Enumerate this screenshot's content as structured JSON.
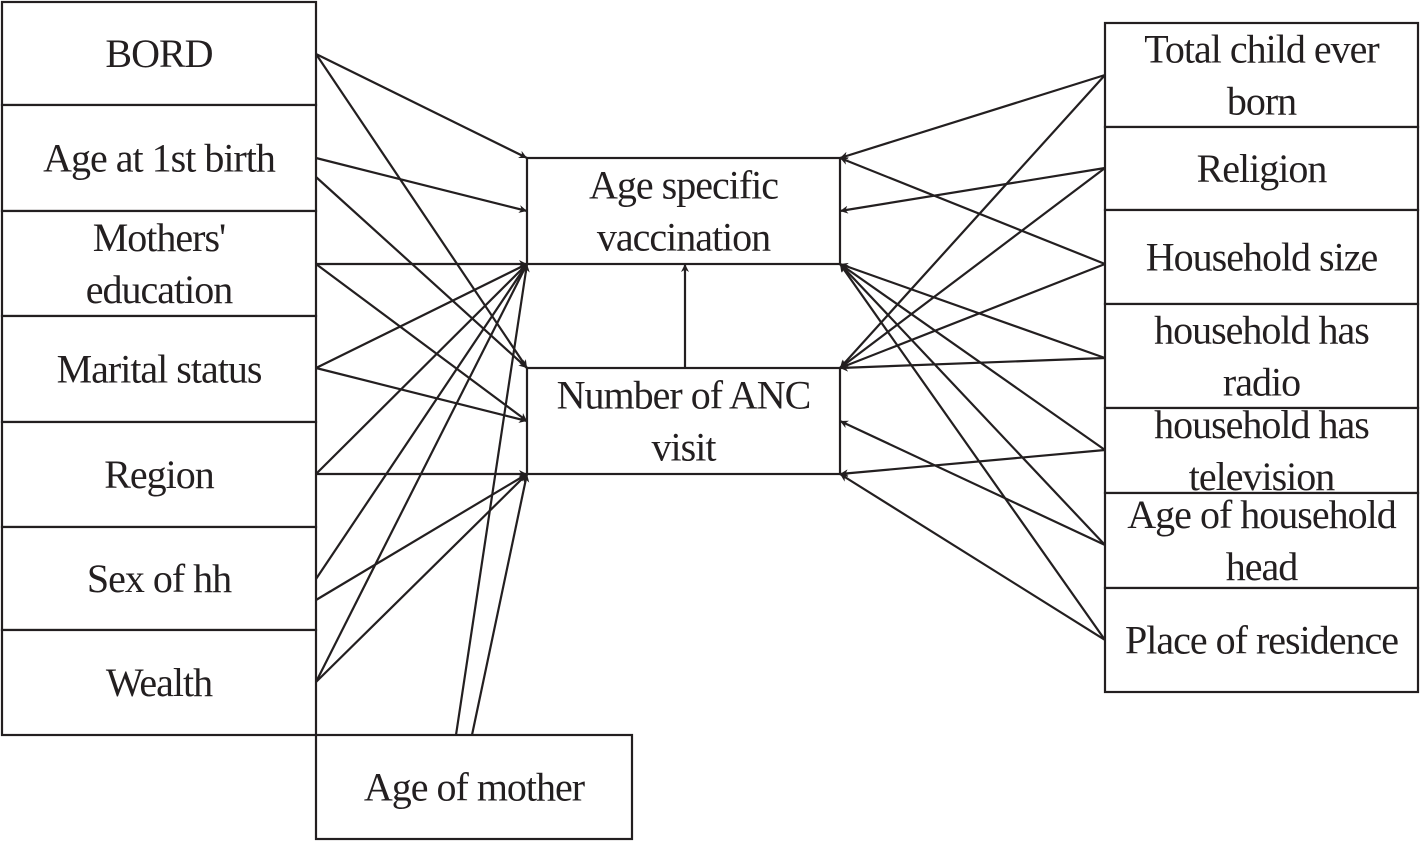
{
  "outcomes": {
    "vaccination": [
      "Age specific",
      "vaccination"
    ],
    "anc": [
      "Number of ANC",
      "visit"
    ]
  },
  "left_factors": [
    [
      "BORD"
    ],
    [
      "Age at 1st birth"
    ],
    [
      "Mothers'",
      "education"
    ],
    [
      "Marital status"
    ],
    [
      "Region"
    ],
    [
      "Sex of hh"
    ],
    [
      "Wealth"
    ]
  ],
  "bottom_factor": [
    "Age of mother"
  ],
  "right_factors": [
    [
      "Total child ever",
      "born"
    ],
    [
      "Religion"
    ],
    [
      "Household size"
    ],
    [
      "household has",
      "radio"
    ],
    [
      "household has",
      "television"
    ],
    [
      "Age of household",
      "head"
    ],
    [
      "Place of residence"
    ]
  ],
  "edges": [
    {
      "from": "left-0",
      "to": "vaccination"
    },
    {
      "from": "left-0",
      "to": "anc"
    },
    {
      "from": "left-1",
      "to": "vaccination"
    },
    {
      "from": "left-1",
      "to": "anc"
    },
    {
      "from": "left-2",
      "to": "vaccination"
    },
    {
      "from": "left-2",
      "to": "anc"
    },
    {
      "from": "left-3",
      "to": "vaccination"
    },
    {
      "from": "left-3",
      "to": "anc"
    },
    {
      "from": "left-4",
      "to": "vaccination"
    },
    {
      "from": "left-4",
      "to": "anc"
    },
    {
      "from": "left-5",
      "to": "vaccination"
    },
    {
      "from": "left-5",
      "to": "anc"
    },
    {
      "from": "left-6",
      "to": "vaccination"
    },
    {
      "from": "left-6",
      "to": "anc"
    },
    {
      "from": "bottom",
      "to": "vaccination"
    },
    {
      "from": "bottom",
      "to": "anc"
    },
    {
      "from": "right-0",
      "to": "vaccination"
    },
    {
      "from": "right-0",
      "to": "anc"
    },
    {
      "from": "right-1",
      "to": "vaccination"
    },
    {
      "from": "right-1",
      "to": "anc"
    },
    {
      "from": "right-2",
      "to": "vaccination"
    },
    {
      "from": "right-2",
      "to": "anc"
    },
    {
      "from": "right-3",
      "to": "vaccination"
    },
    {
      "from": "right-3",
      "to": "anc"
    },
    {
      "from": "right-4",
      "to": "vaccination"
    },
    {
      "from": "right-4",
      "to": "anc"
    },
    {
      "from": "right-5",
      "to": "vaccination"
    },
    {
      "from": "right-5",
      "to": "anc"
    },
    {
      "from": "right-6",
      "to": "vaccination"
    },
    {
      "from": "right-6",
      "to": "anc"
    },
    {
      "from": "anc",
      "to": "vaccination"
    }
  ]
}
